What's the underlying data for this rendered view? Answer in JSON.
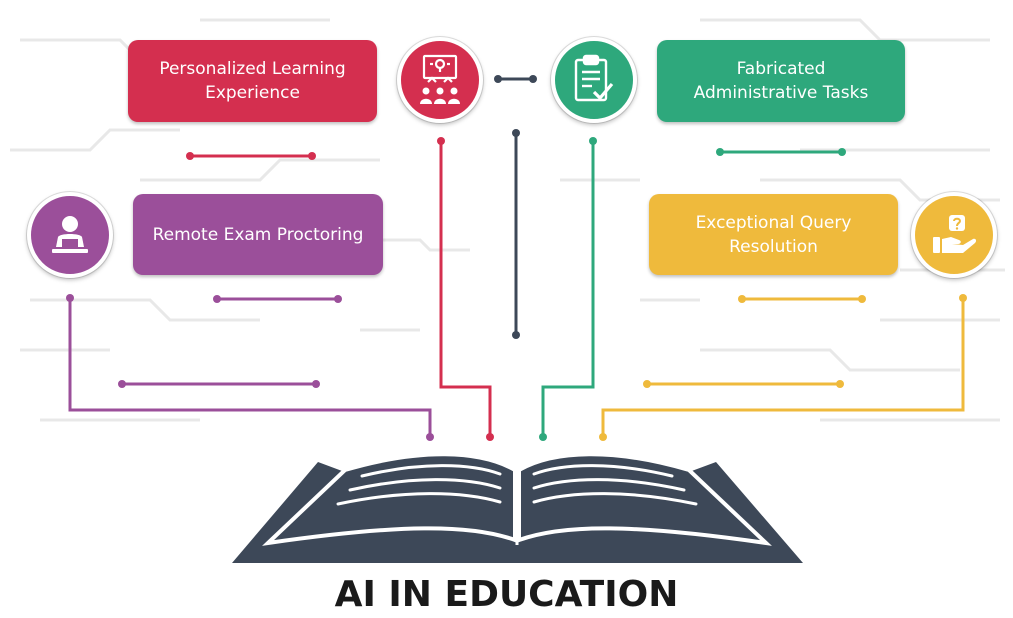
{
  "title": "AI IN EDUCATION",
  "items": {
    "personalized": {
      "line1": "Personalized Learning",
      "line2": "Experience",
      "color": "#d42f4f",
      "icon": "presentation-audience-icon"
    },
    "remote": {
      "line1": "Remote Exam Proctoring",
      "color": "#9b4f9a",
      "icon": "exam-proctor-icon"
    },
    "administrative": {
      "line1": "Fabricated",
      "line2": "Administrative Tasks",
      "color": "#2ea87c",
      "icon": "clipboard-check-icon"
    },
    "query": {
      "line1": "Exceptional Query",
      "line2": "Resolution",
      "color": "#efba3c",
      "icon": "question-hand-icon"
    }
  },
  "colors": {
    "book": "#3d4858",
    "title": "#1a1a1a",
    "dark_line": "#3d4858",
    "circuit_bg": "#e9e9e9"
  }
}
